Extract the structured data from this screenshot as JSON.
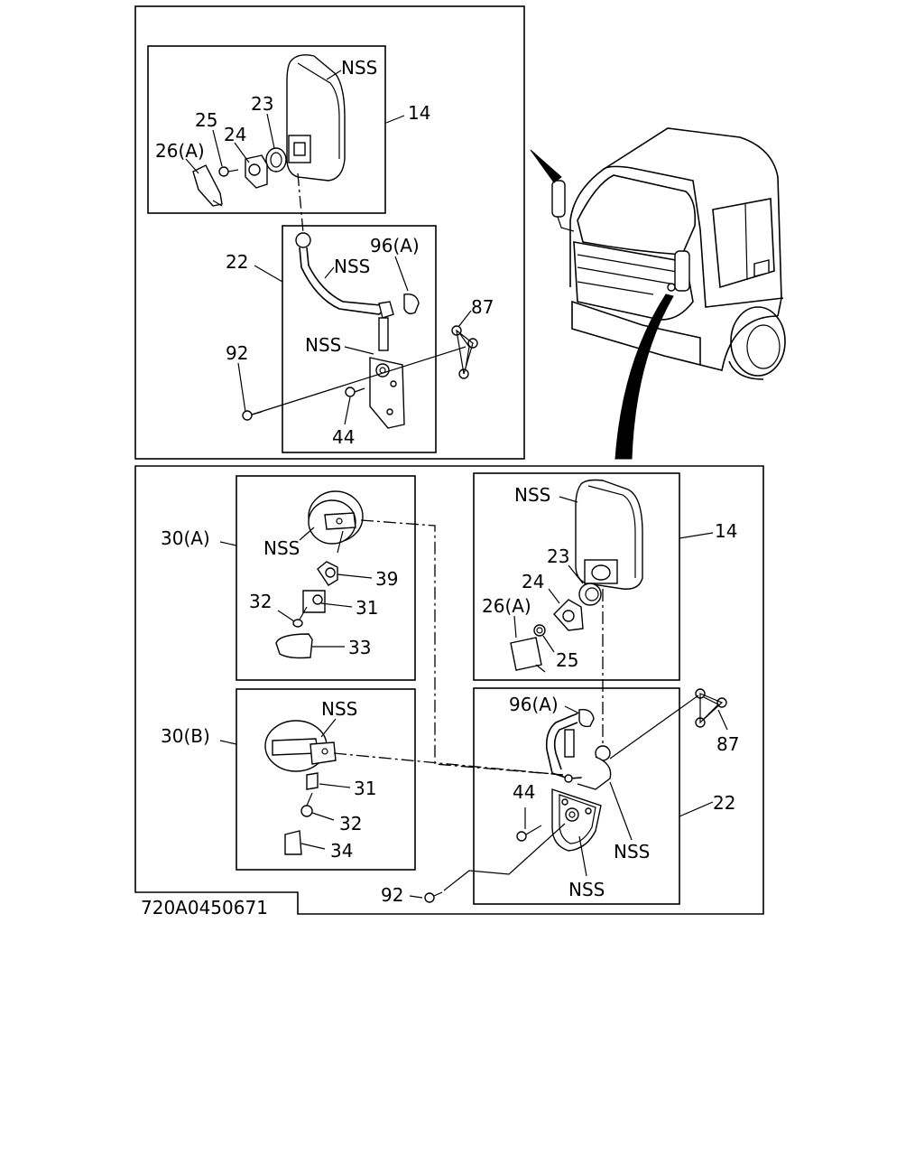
{
  "diagram_id": "720A0450671",
  "labels": {
    "nss": "NSS",
    "p14": "14",
    "p22": "22",
    "p23": "23",
    "p24": "24",
    "p25": "25",
    "p26a": "26(A)",
    "p30a": "30(A)",
    "p30b": "30(B)",
    "p31": "31",
    "p32": "32",
    "p33": "33",
    "p34": "34",
    "p39": "39",
    "p44": "44",
    "p87": "87",
    "p92": "92",
    "p96a": "96(A)"
  }
}
